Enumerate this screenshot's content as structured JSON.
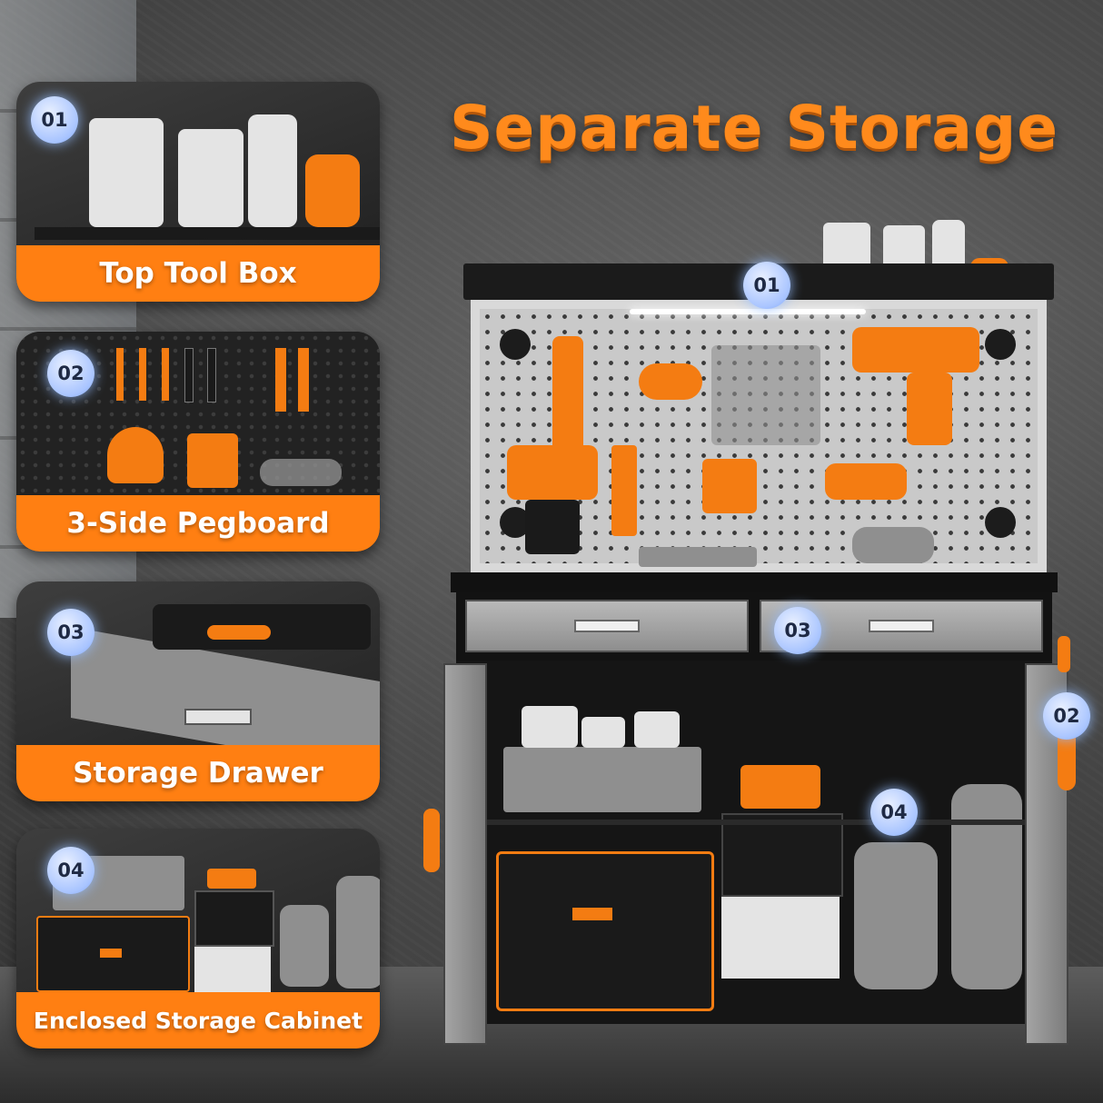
{
  "headline": "Separate Storage",
  "features": [
    {
      "number": "01",
      "label": "Top Tool Box"
    },
    {
      "number": "02",
      "label": "3-Side Pegboard"
    },
    {
      "number": "03",
      "label": "Storage Drawer"
    },
    {
      "number": "04",
      "label": "Enclosed Storage Cabinet"
    }
  ],
  "callouts": {
    "top_tool_box": "01",
    "pegboard": "02",
    "drawer": "03",
    "cabinet": "04"
  },
  "colors": {
    "accent": "#ff7f12",
    "badge": "#a8c4ff",
    "cabinet": "#151515",
    "drawer_face": "#a8a8a8"
  }
}
